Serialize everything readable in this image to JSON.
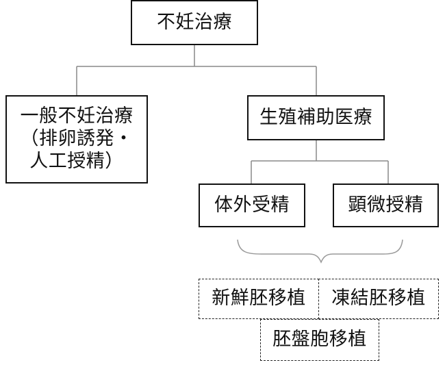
{
  "diagram": {
    "root": {
      "label": "不妊治療"
    },
    "general": {
      "label": "一般不妊治療\n（排卵誘発・\n人工授精）"
    },
    "art": {
      "label": "生殖補助医療"
    },
    "ivf": {
      "label": "体外受精"
    },
    "icsi": {
      "label": "顕微授精"
    },
    "fresh_transfer": {
      "label": "新鮮胚移植"
    },
    "frozen_transfer": {
      "label": "凍結胚移植"
    },
    "blastocyst_transfer": {
      "label": "胚盤胞移植"
    }
  },
  "colors": {
    "line": "#888888",
    "border": "#111111"
  }
}
